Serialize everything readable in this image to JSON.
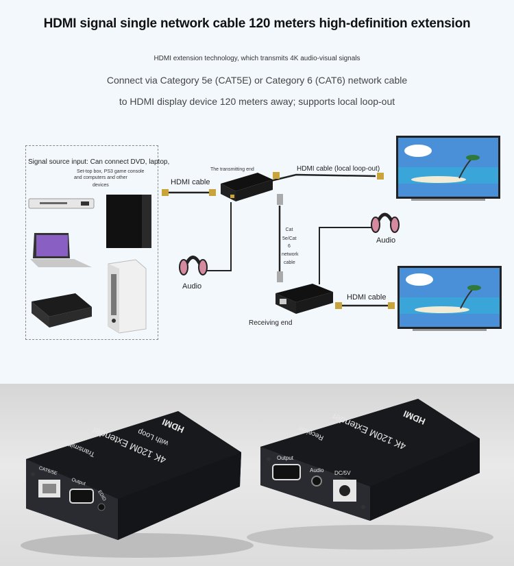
{
  "header": {
    "title": "HDMI signal single network cable 120 meters high-definition extension",
    "subtitle_small": "HDMI extension technology, which transmits 4K audio-visual signals",
    "line1": "Connect via Category 5e (CAT5E) or Category 6 (CAT6) network cable",
    "line2": "to HDMI display device 120 meters away; supports local loop-out"
  },
  "diagram": {
    "source_label_main": "Signal source input: Can connect DVD, laptop,",
    "source_label_line2": "Set-top box, PS3 game console",
    "source_label_line3": "and computers and other",
    "source_label_line4": "devices",
    "hdmi_cable_left": "HDMI cable",
    "transmitting_end": "The transmitting end",
    "hdmi_cable_loop": "HDMI cable (local loop-out)",
    "network_cable": [
      "Cat",
      "5e/Cat",
      "6",
      "network",
      "cable"
    ],
    "audio_left": "Audio",
    "audio_right": "Audio",
    "receiving_end": "Receiving end",
    "hdmi_cable_right": "HDMI cable"
  },
  "devices": {
    "transmitter": {
      "brand": "HDMI",
      "model": "4K 120M Extender",
      "feature": "with Loop",
      "role": "Transmitter",
      "port_cat": "CAT6/5E",
      "port_output": "Output",
      "port_edid": "EDID"
    },
    "receiver": {
      "brand": "HDMI",
      "model": "4K 120M Extender",
      "role": "Receiver",
      "port_output": "Output",
      "port_audio": "Audio",
      "port_dc": "DC/5V"
    }
  },
  "colors": {
    "background": "#f3f8fc",
    "device_body": "#1c1d21",
    "headphone_pink": "#d58aa0"
  }
}
